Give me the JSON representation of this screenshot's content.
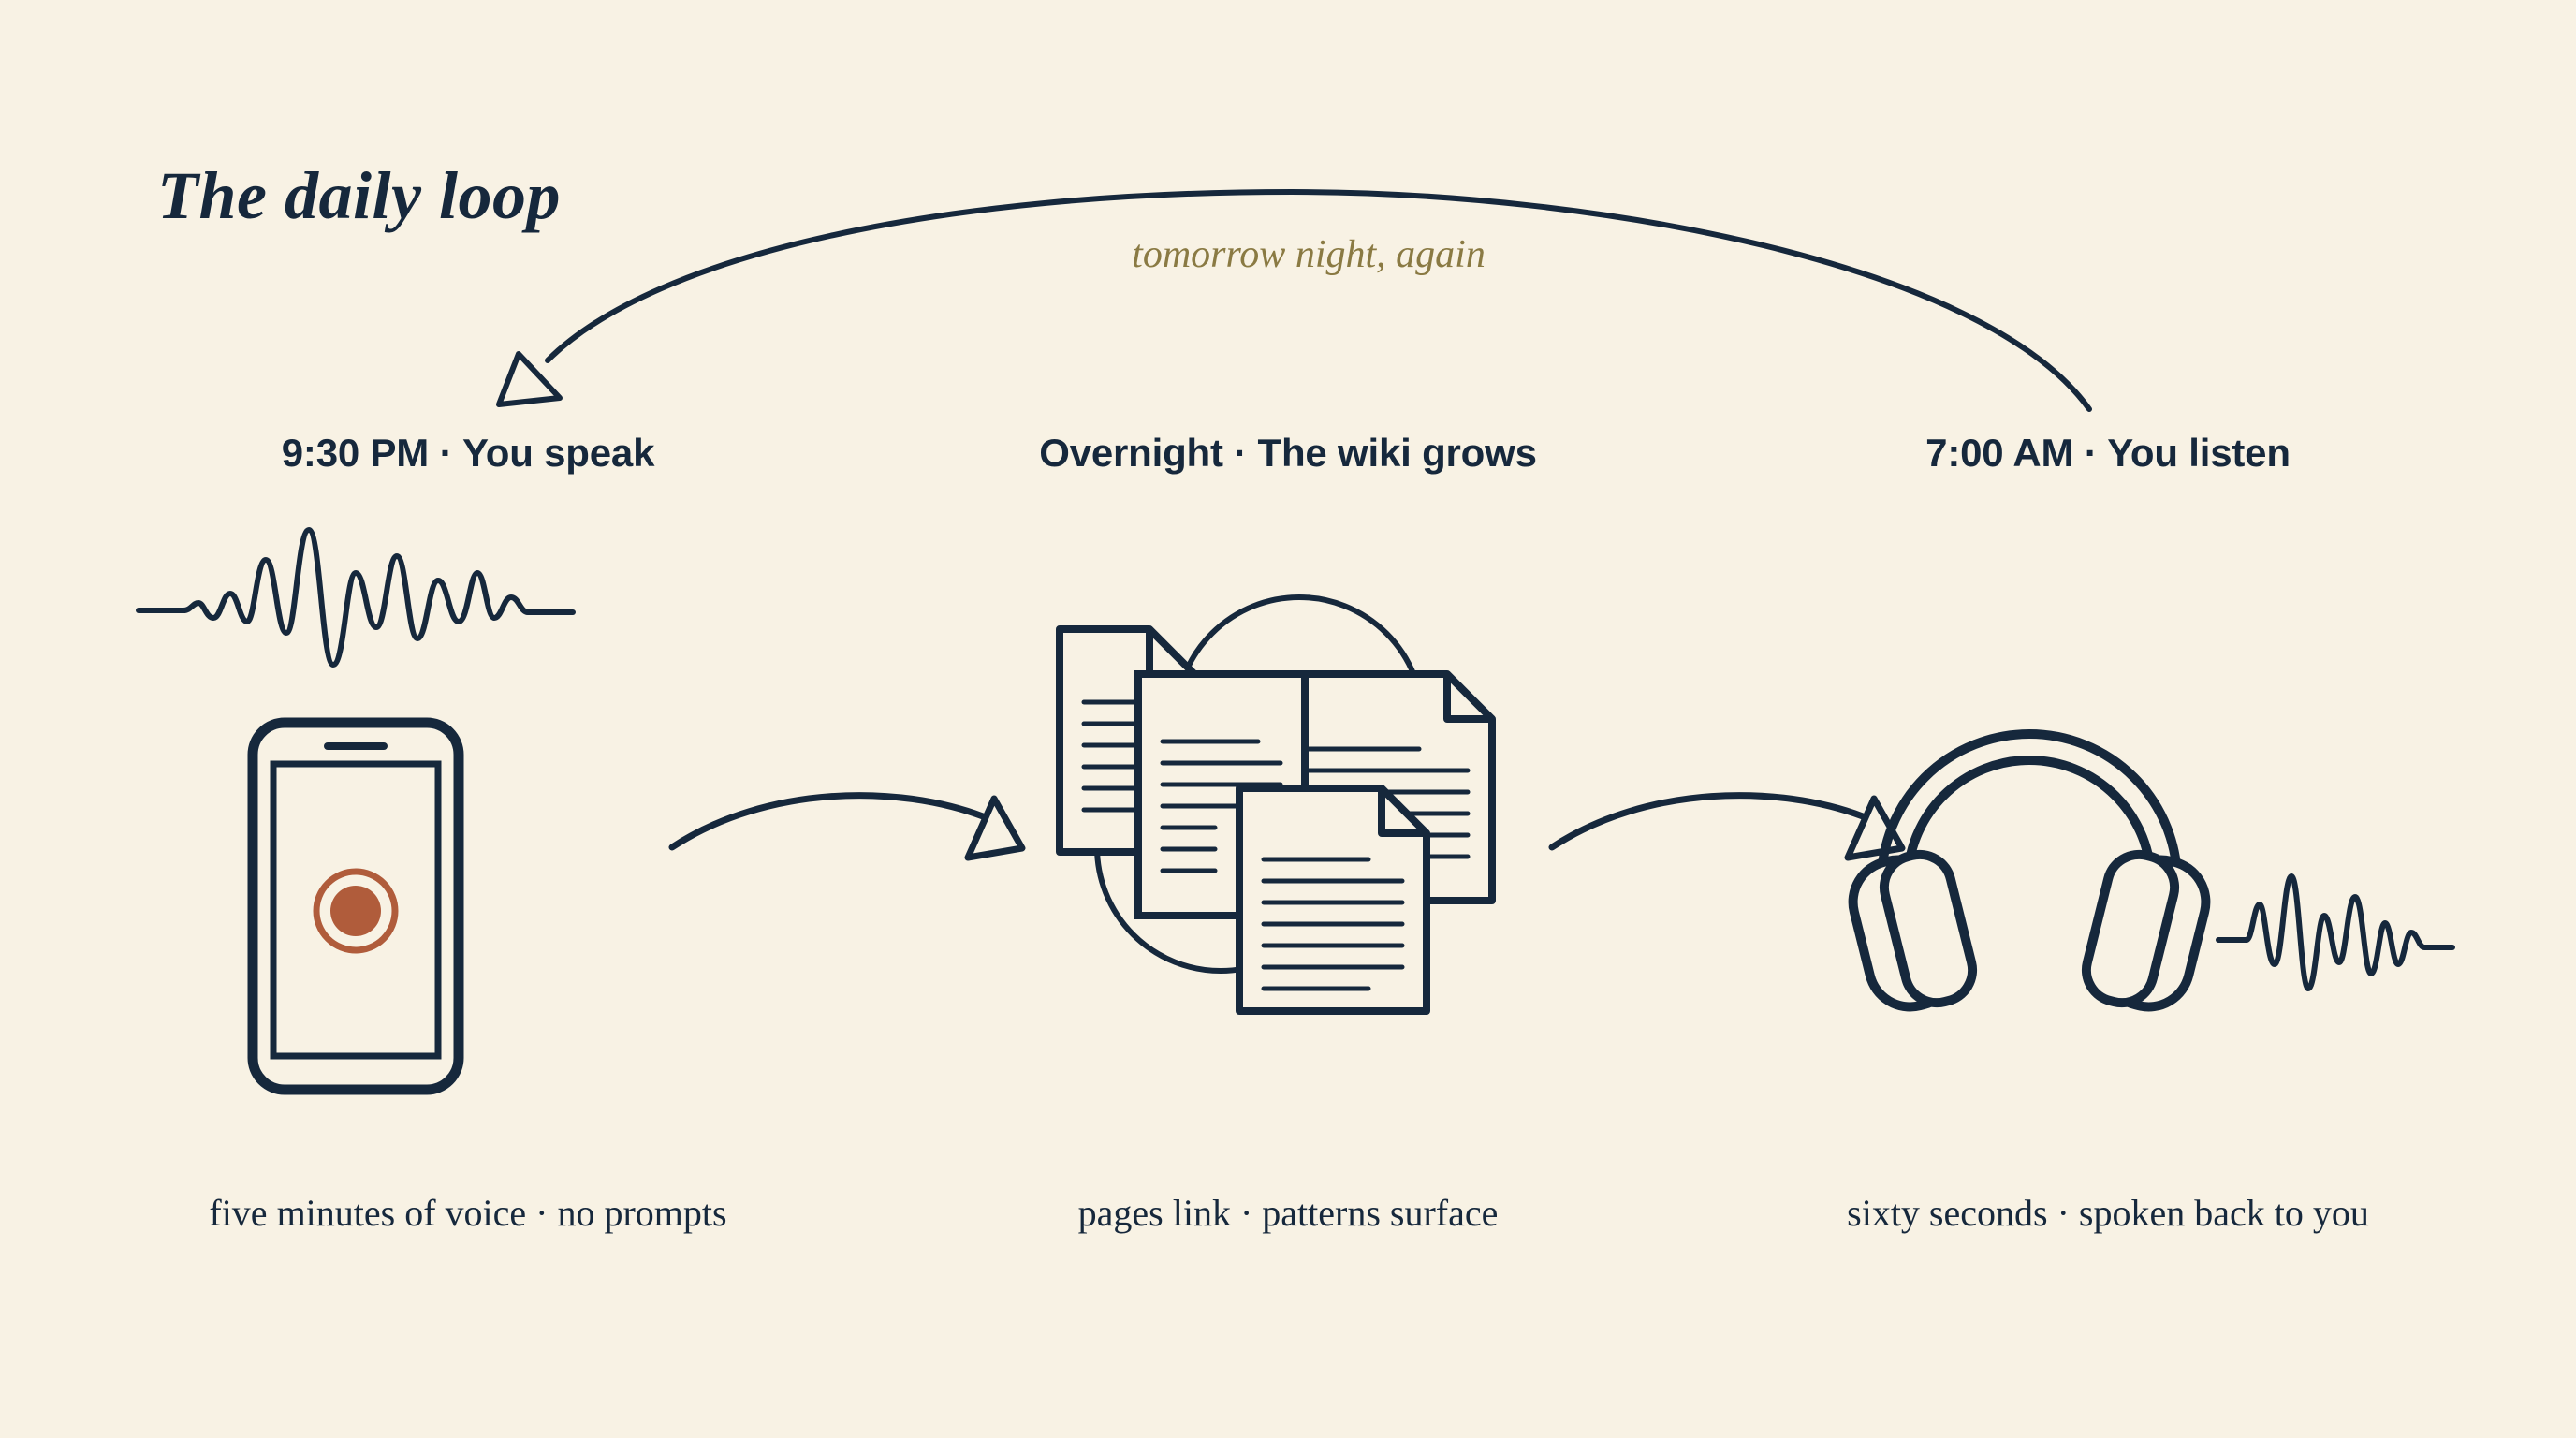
{
  "theme": {
    "background": "#F8F2E4",
    "ink": "#16283C",
    "accent": "#B05C3B",
    "loop_label_color": "#8A7A43"
  },
  "title": "The daily loop",
  "loop_arrow_label": "tomorrow night, again",
  "steps": [
    {
      "heading": "9:30 PM · You speak",
      "caption": "five minutes of voice · no prompts",
      "icon": "phone-record-icon"
    },
    {
      "heading": "Overnight · The wiki grows",
      "caption": "pages link · patterns surface",
      "icon": "documents-cluster-icon"
    },
    {
      "heading": "7:00 AM · You listen",
      "caption": "sixty seconds · spoken back to you",
      "icon": "headphones-icon"
    }
  ],
  "connectors": [
    {
      "name": "arrow-speak-to-wiki"
    },
    {
      "name": "arrow-wiki-to-listen"
    },
    {
      "name": "loop-arrow-listen-to-speak"
    }
  ]
}
